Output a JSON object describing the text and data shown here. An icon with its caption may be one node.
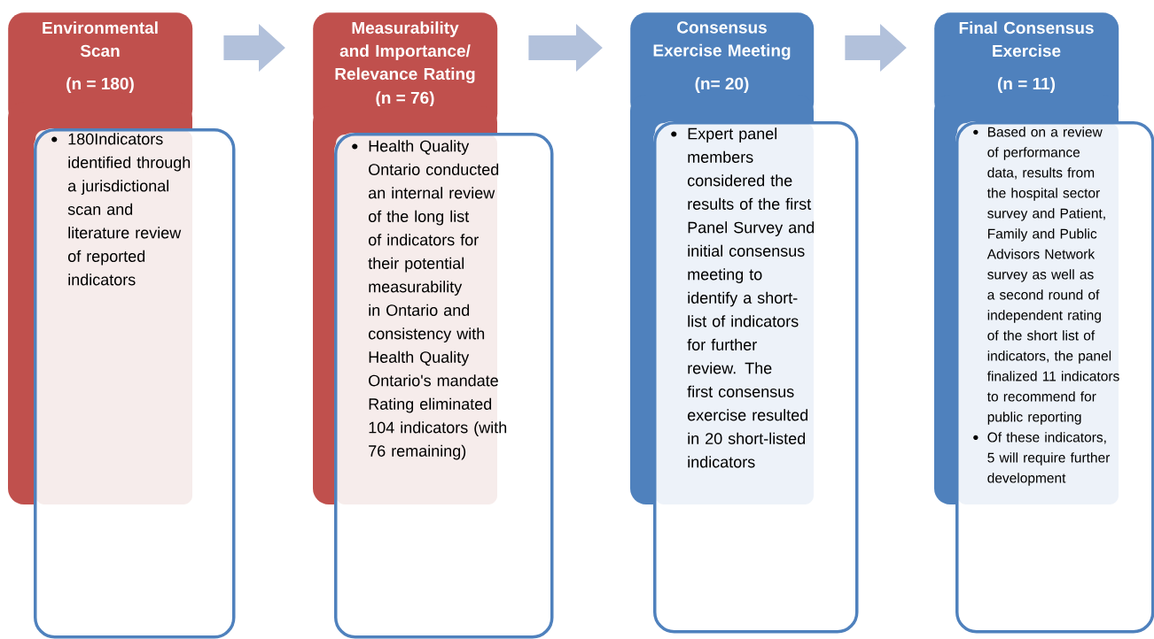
{
  "diagram": {
    "nodes": [
      {
        "text": [
          "Environmental Scan",
          "(n = 180)"
        ]
      },
      {
        "text": [
          "180Indicators identified through a jurisdictional scan and literature review of reported indicators"
        ]
      },
      {
        "text": [
          "Measurability and Importance/ Relevance Rating",
          "(n = 76)"
        ]
      },
      {
        "text": [
          "Health Quality Ontario conducted an internal review of the long list of indicators for their potential measurability in Ontario and consistency with Health Quality Ontario's mandate Rating eliminated 104 indicators (with 76 remaining)"
        ]
      },
      {
        "text": [
          "Consensus Exercise Meeting",
          "(n= 20)"
        ]
      },
      {
        "text": [
          "Expert panel members considered the results of the first Panel Survey and initial consensus meeting to identify a short-list of indicators for further review. The first consensus exercise resulted in 20 short-listed indicators"
        ]
      },
      {
        "text": [
          "Final Consensus Exercise",
          "(n = 11)"
        ]
      },
      {
        "text": [
          "Based on a review of performance data, results from the hospital sector survey and Patient, Family and Public Advisors Network survey as well as a second round of independent rating of the short list of indicators, the panel finalized 11 indicators to recommend for public reporting",
          "Of these indicators, 5 will require further development"
        ]
      }
    ],
    "edges": [
      {
        "from": 0,
        "to": 2,
        "arrow": "to"
      },
      {
        "from": 2,
        "to": 4,
        "arrow": "to"
      },
      {
        "from": 4,
        "to": 6,
        "arrow": "to"
      }
    ]
  }
}
